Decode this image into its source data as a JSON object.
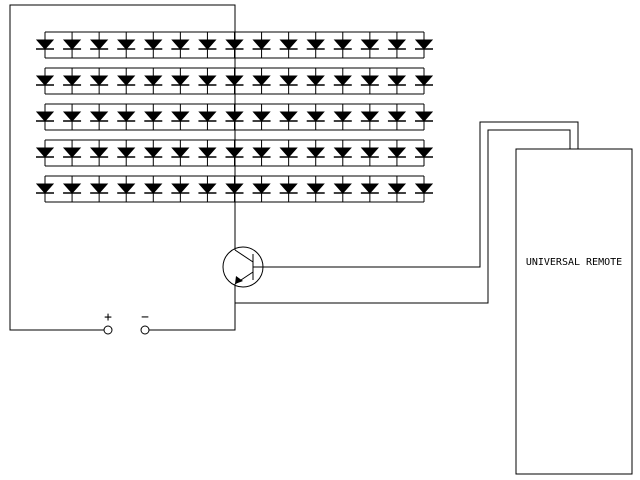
{
  "diagram": {
    "remote_label": "UNIVERSAL REMOTE",
    "terminal_positive": "+",
    "terminal_negative": "−",
    "led_array": {
      "rows": 5,
      "leds_per_row": 15
    },
    "colors": {
      "line": "#000000",
      "background": "#ffffff"
    }
  }
}
